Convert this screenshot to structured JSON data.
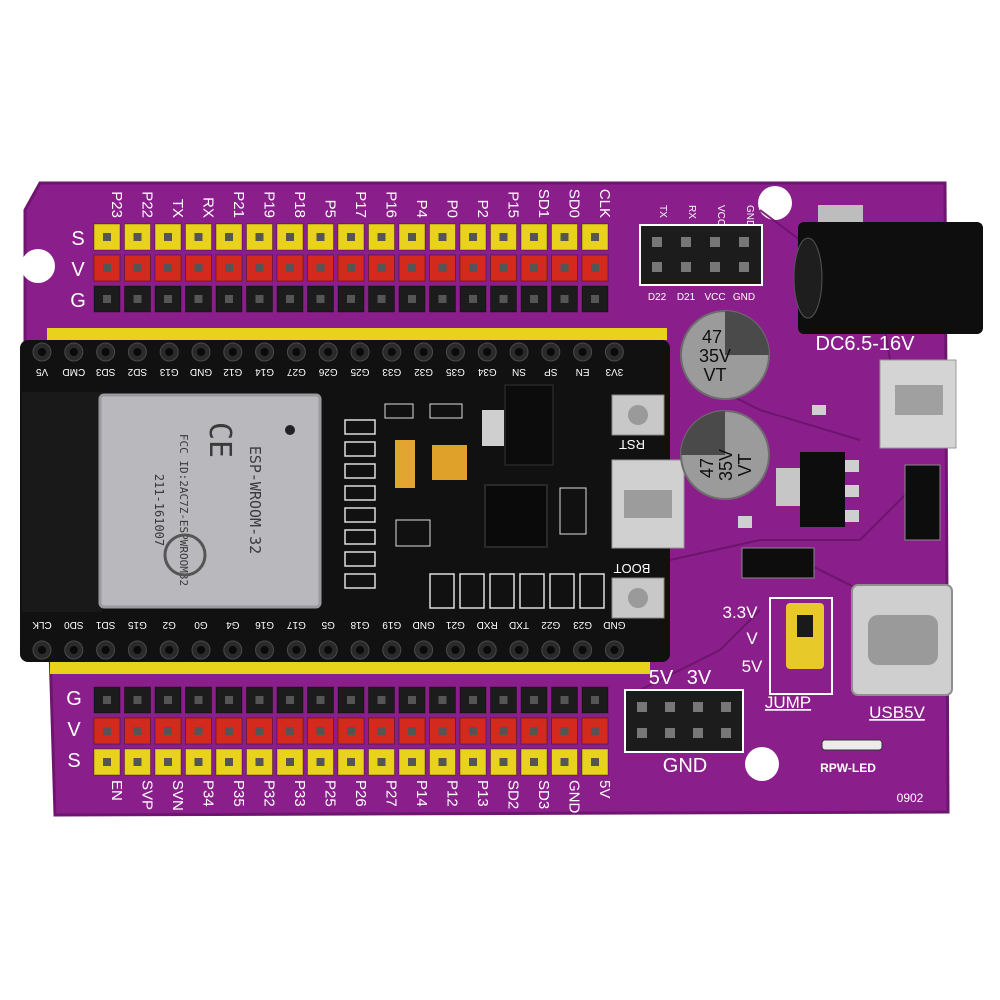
{
  "colors": {
    "pcb": "#8a1f8c",
    "pcb_edge": "#6e1570",
    "header_yellow": "#e9d21c",
    "header_red": "#d42a1e",
    "header_black": "#1c1c1c",
    "module_black": "#111111",
    "shield_silver": "#b9b9bd",
    "silk": "#ffffff"
  },
  "board": {
    "top_pin_labels": [
      "P23",
      "P22",
      "TX",
      "RX",
      "P21",
      "P19",
      "P18",
      "P5",
      "P17",
      "P16",
      "P4",
      "P0",
      "P2",
      "P15",
      "SD1",
      "SD0",
      "CLK"
    ],
    "bottom_pin_labels": [
      "EN",
      "SVP",
      "SVN",
      "P34",
      "P35",
      "P32",
      "P33",
      "P25",
      "P26",
      "P27",
      "P14",
      "P12",
      "P13",
      "SD2",
      "SD3",
      "GND",
      "5V"
    ],
    "row_letters_top": [
      "S",
      "V",
      "G"
    ],
    "row_letters_bottom": [
      "G",
      "V",
      "S"
    ],
    "uart_header_top": [
      "TX",
      "RX",
      "VCC",
      "GND"
    ],
    "uart_header_bottom": [
      "D22",
      "D21",
      "VCC",
      "GND"
    ],
    "dc_label": "DC6.5-16V",
    "cap_text": [
      "47",
      "35V",
      "VT"
    ],
    "voltage_jump": [
      "3.3V",
      "V",
      "5V"
    ],
    "jump_label": "JUMP",
    "power_header_labels": [
      "5V",
      "3V"
    ],
    "gnd_label": "GND",
    "usb_label": "USB5V",
    "led_label": "RPW-LED",
    "board_id": "0902"
  },
  "module": {
    "top_pins": [
      "V5",
      "CMD",
      "SD3",
      "SD2",
      "G13",
      "GND",
      "G12",
      "G14",
      "G27",
      "G26",
      "G25",
      "G33",
      "G32",
      "G35",
      "G34",
      "SN",
      "SP",
      "EN",
      "3V3"
    ],
    "bottom_pins": [
      "CLK",
      "SD0",
      "SD1",
      "G15",
      "G2",
      "G0",
      "G4",
      "G16",
      "G17",
      "G5",
      "G18",
      "G19",
      "GND",
      "G21",
      "RXD",
      "TXD",
      "G22",
      "G23",
      "GND"
    ],
    "shield_text": [
      "ESP-WROOM-32",
      "CE",
      "FCC ID:2AC7Z-ESPWROOM32",
      "211-161007"
    ],
    "rst_label": "RST",
    "boot_label": "BOOT"
  }
}
